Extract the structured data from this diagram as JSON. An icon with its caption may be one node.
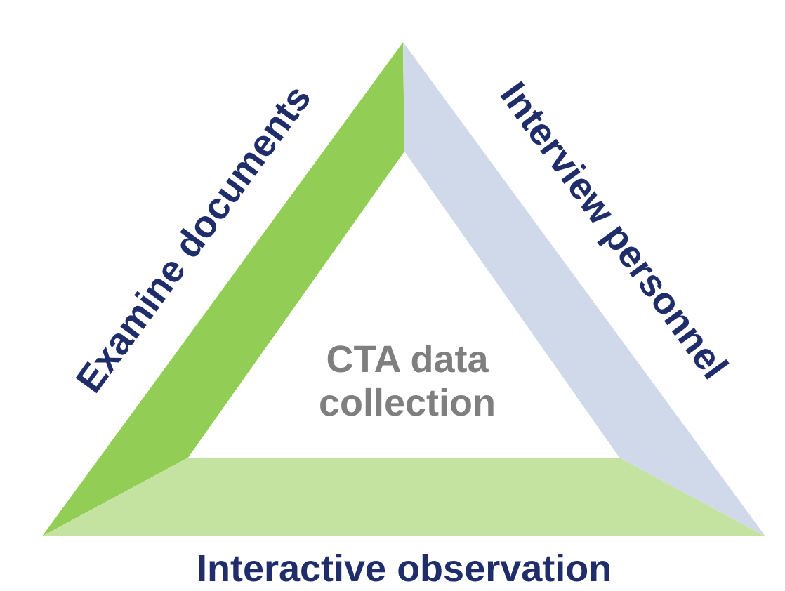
{
  "diagram": {
    "nodes": [
      {
        "text": [
          "CTA data collection"
        ]
      },
      {
        "text": [
          "Examine documents"
        ]
      },
      {
        "text": [
          "Interview personnel"
        ]
      },
      {
        "text": [
          "Interactive observation"
        ]
      }
    ]
  }
}
